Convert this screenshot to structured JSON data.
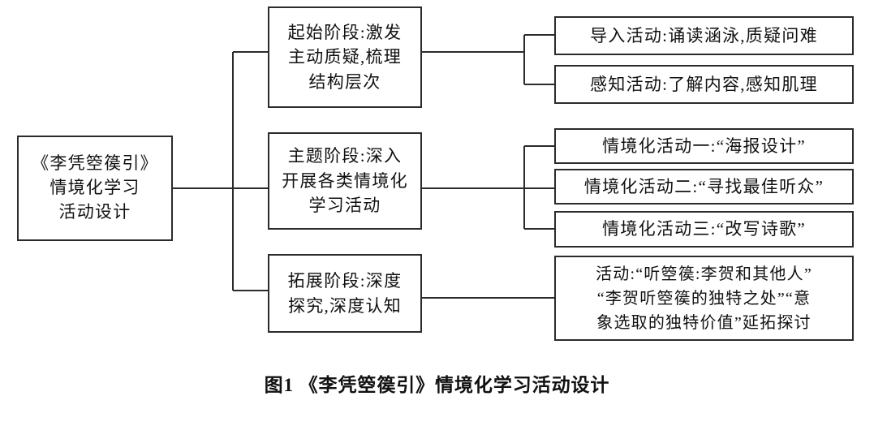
{
  "figure": {
    "caption": "图1 《李凭箜篌引》情境化学习活动设计",
    "type": "tree-diagram",
    "orientation": "left-to-right",
    "line_color": "#2b2b2b",
    "background_color": "#ffffff",
    "text_color": "#111111"
  },
  "root": {
    "label": "《李凭箜篌引》\n情境化学习\n活动设计"
  },
  "stages": [
    {
      "id": "stage-1",
      "label": "起始阶段:激发\n主动质疑,梳理\n结构层次"
    },
    {
      "id": "stage-2",
      "label": "主题阶段:深入\n开展各类情境化\n学习活动"
    },
    {
      "id": "stage-3",
      "label": "拓展阶段:深度\n探究,深度认知"
    }
  ],
  "activities": [
    {
      "id": "act-1",
      "parent": "stage-1",
      "label": "导入活动:诵读涵泳,质疑问难"
    },
    {
      "id": "act-2",
      "parent": "stage-1",
      "label": "感知活动:了解内容,感知肌理"
    },
    {
      "id": "act-3",
      "parent": "stage-2",
      "label": "情境化活动一:“海报设计”"
    },
    {
      "id": "act-4",
      "parent": "stage-2",
      "label": "情境化活动二:“寻找最佳听众”"
    },
    {
      "id": "act-5",
      "parent": "stage-2",
      "label": "情境化活动三:“改写诗歌”"
    },
    {
      "id": "act-6",
      "parent": "stage-3",
      "label": "活动:“听箜篌:李贺和其他人”\n“李贺听箜篌的独特之处”“意\n象选取的独特价值”延拓探讨"
    }
  ]
}
